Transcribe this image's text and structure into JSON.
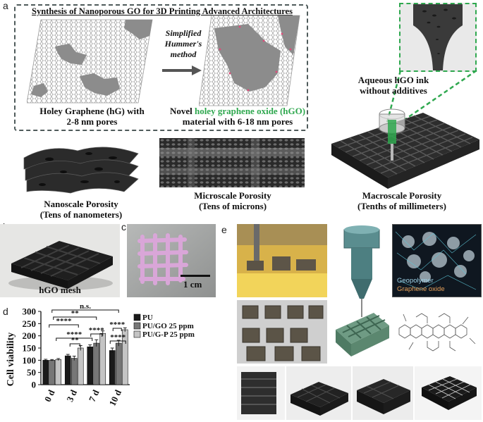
{
  "panels": {
    "a": "a",
    "b": "b",
    "c": "c",
    "d": "d",
    "e": "e"
  },
  "panel_a": {
    "title": "Synthesis of Nanoporous GO for 3D Printing Advanced Architectures",
    "method": [
      "Simplified",
      "Hummer's",
      "method"
    ],
    "hg_caption": [
      "Holey Graphene (hG) with",
      "2-8 nm pores"
    ],
    "hgo_caption_prefix": "Novel ",
    "hgo_caption_highlight": "holey graphene oxide (hGO)",
    "hgo_caption_line2": "material with 6-18 nm pores",
    "ink_label": [
      "Aqueous hGO ink",
      "without additives"
    ],
    "scales": [
      {
        "title": "Nanoscale Porosity",
        "sub": "(Tens of nanometers)"
      },
      {
        "title": "Microscale Porosity",
        "sub": "(Tens of microns)"
      },
      {
        "title": "Macroscale Porosity",
        "sub": "(Tenths of millimeters)"
      }
    ],
    "colors": {
      "highlight": "#2fa84f",
      "dash": "#4f5b5b",
      "nozzle": "#2fa84f"
    }
  },
  "panel_b": {
    "caption": "hGO mesh"
  },
  "panel_c": {
    "scalebar": "1 cm"
  },
  "panel_d": {
    "significance": {
      "ns": "n.s.",
      "s4": "****",
      "s2": "**"
    },
    "legend_colors": [
      "#1a1a1a",
      "#777777",
      "#c4c4c4"
    ]
  },
  "panel_e": {
    "labels": {
      "geopolymer": "Geopolymer",
      "graphene_oxide": "Graphene oxide"
    },
    "colors": {
      "geopolymer": "#9fd3e8",
      "graphene_oxide": "#e8a15a",
      "print_head": "#5a8d8f",
      "lattice": "#5f8d74"
    }
  },
  "chart_data": {
    "type": "bar",
    "title": "",
    "xlabel": "",
    "ylabel": "Cell viability",
    "categories": [
      "0 d",
      "3 d",
      "7 d",
      "10 d"
    ],
    "series": [
      {
        "name": "PU",
        "values": [
          100,
          118,
          155,
          140
        ]
      },
      {
        "name": "PU/GO 25 ppm",
        "values": [
          100,
          108,
          170,
          170
        ]
      },
      {
        "name": "PU/G-P 25 ppm",
        "values": [
          103,
          150,
          210,
          225
        ]
      }
    ],
    "errors": [
      [
        4,
        6,
        8,
        10
      ],
      [
        3,
        9,
        14,
        12
      ],
      [
        4,
        10,
        10,
        8
      ]
    ],
    "yticks": [
      0,
      50,
      100,
      150,
      200,
      250,
      300
    ],
    "ylim": [
      0,
      300
    ],
    "grid": false,
    "legend": "top-right"
  }
}
